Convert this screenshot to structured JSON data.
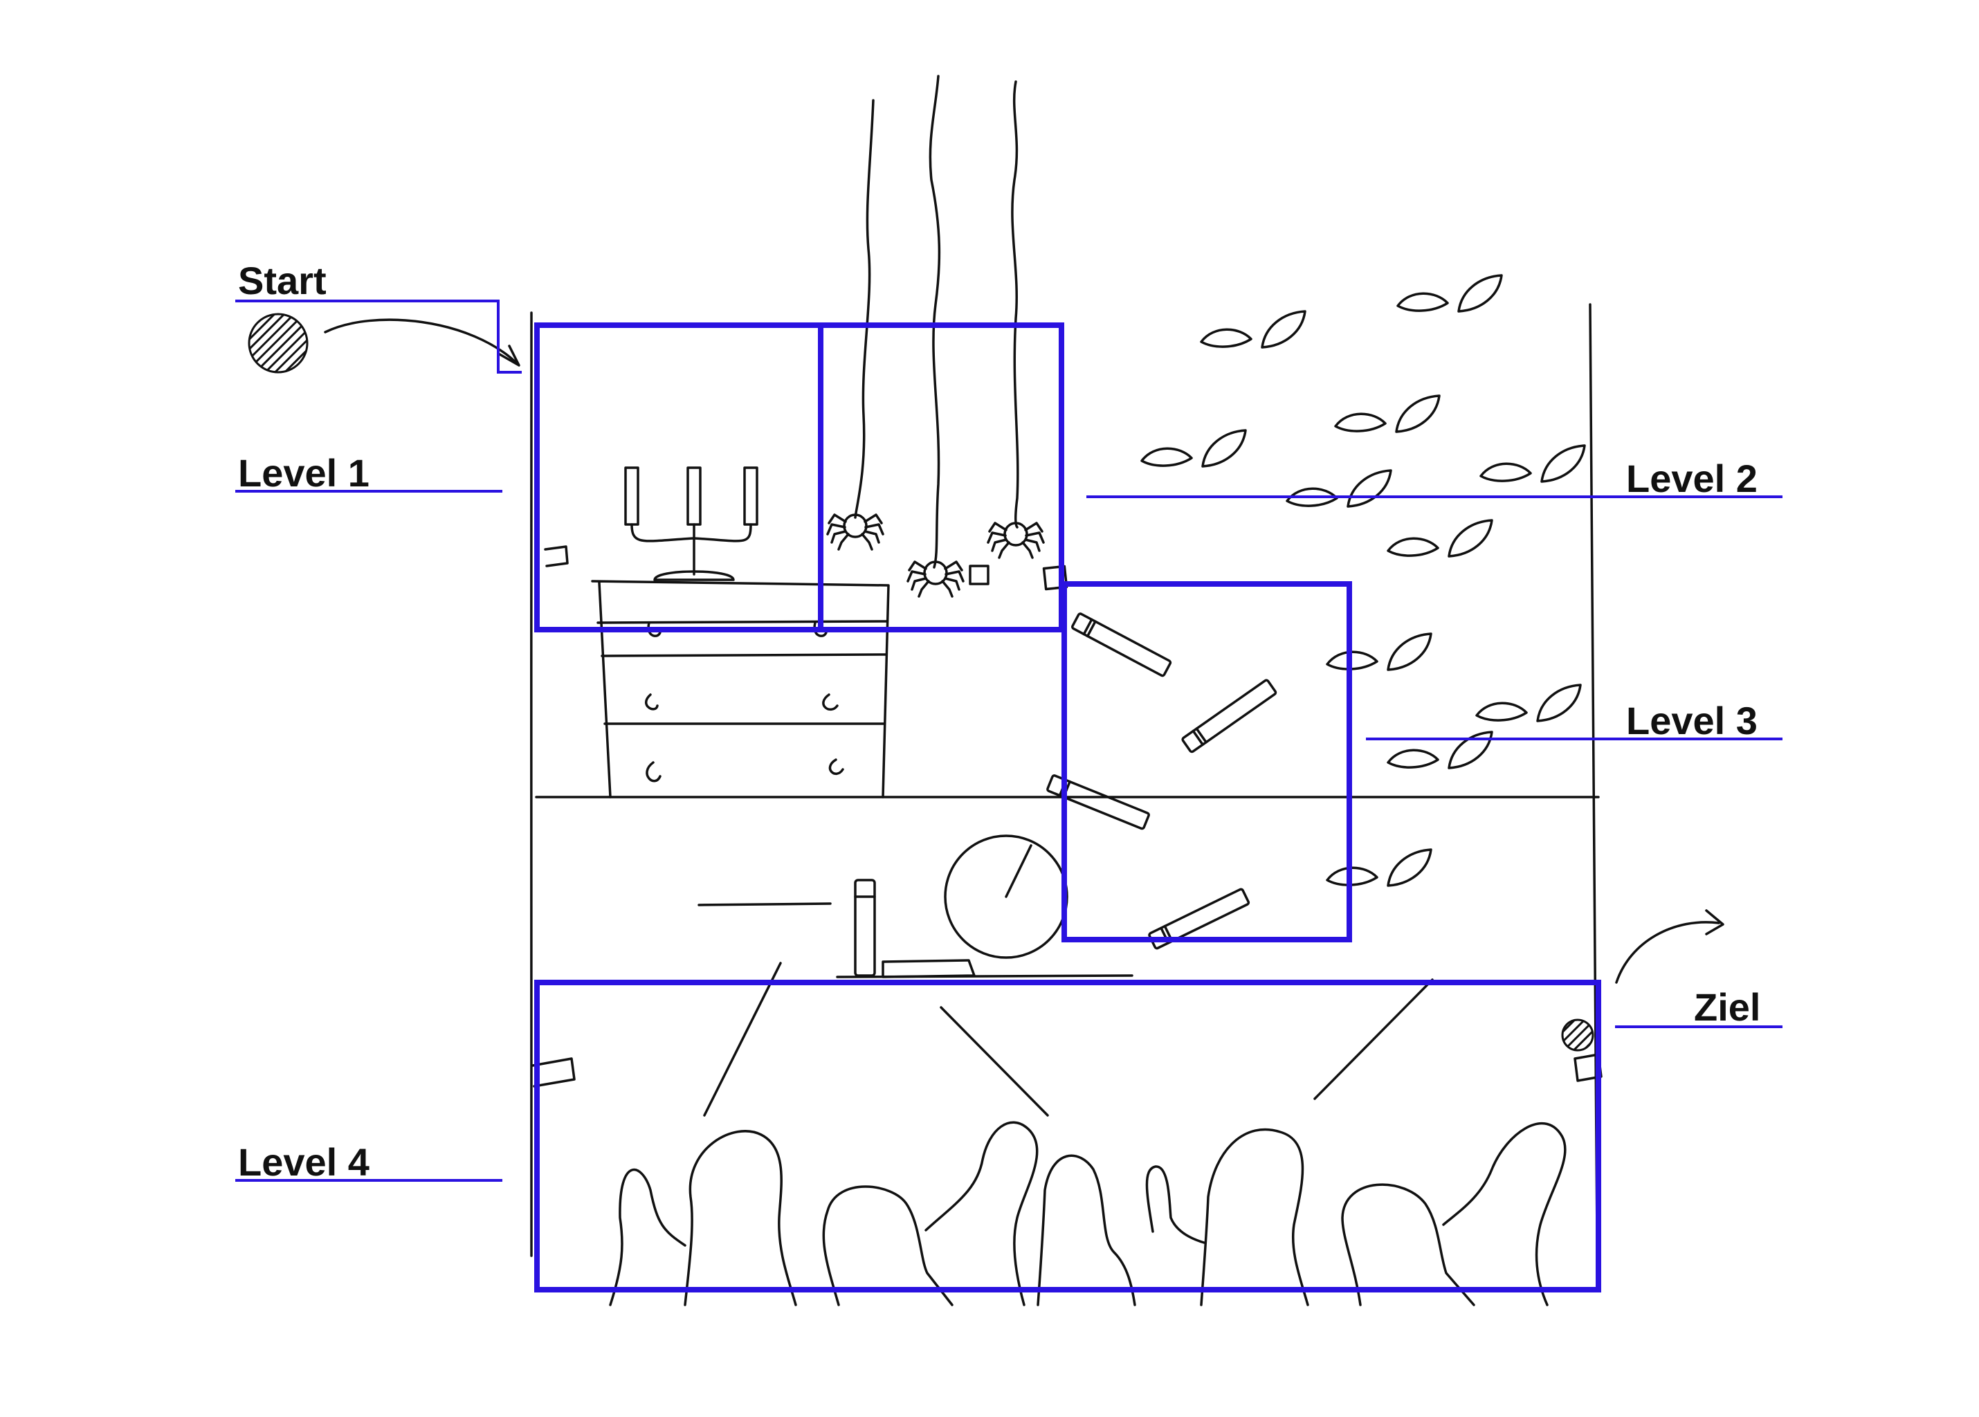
{
  "labels": {
    "start": "Start",
    "level1": "Level 1",
    "level2": "Level 2",
    "level3": "Level 3",
    "level4": "Level 4",
    "goal": "Ziel"
  },
  "colors": {
    "zone_outline": "#2a12e0",
    "sketch_ink": "#111111",
    "background": "#ffffff"
  },
  "icons": {
    "ball": "hatched-ball-icon",
    "arrow": "curved-arrow-icon",
    "spider": "spider-icon",
    "bat": "bat-icon",
    "candle": "candelabra-icon",
    "clock": "clock-icon",
    "book": "book-icon"
  }
}
